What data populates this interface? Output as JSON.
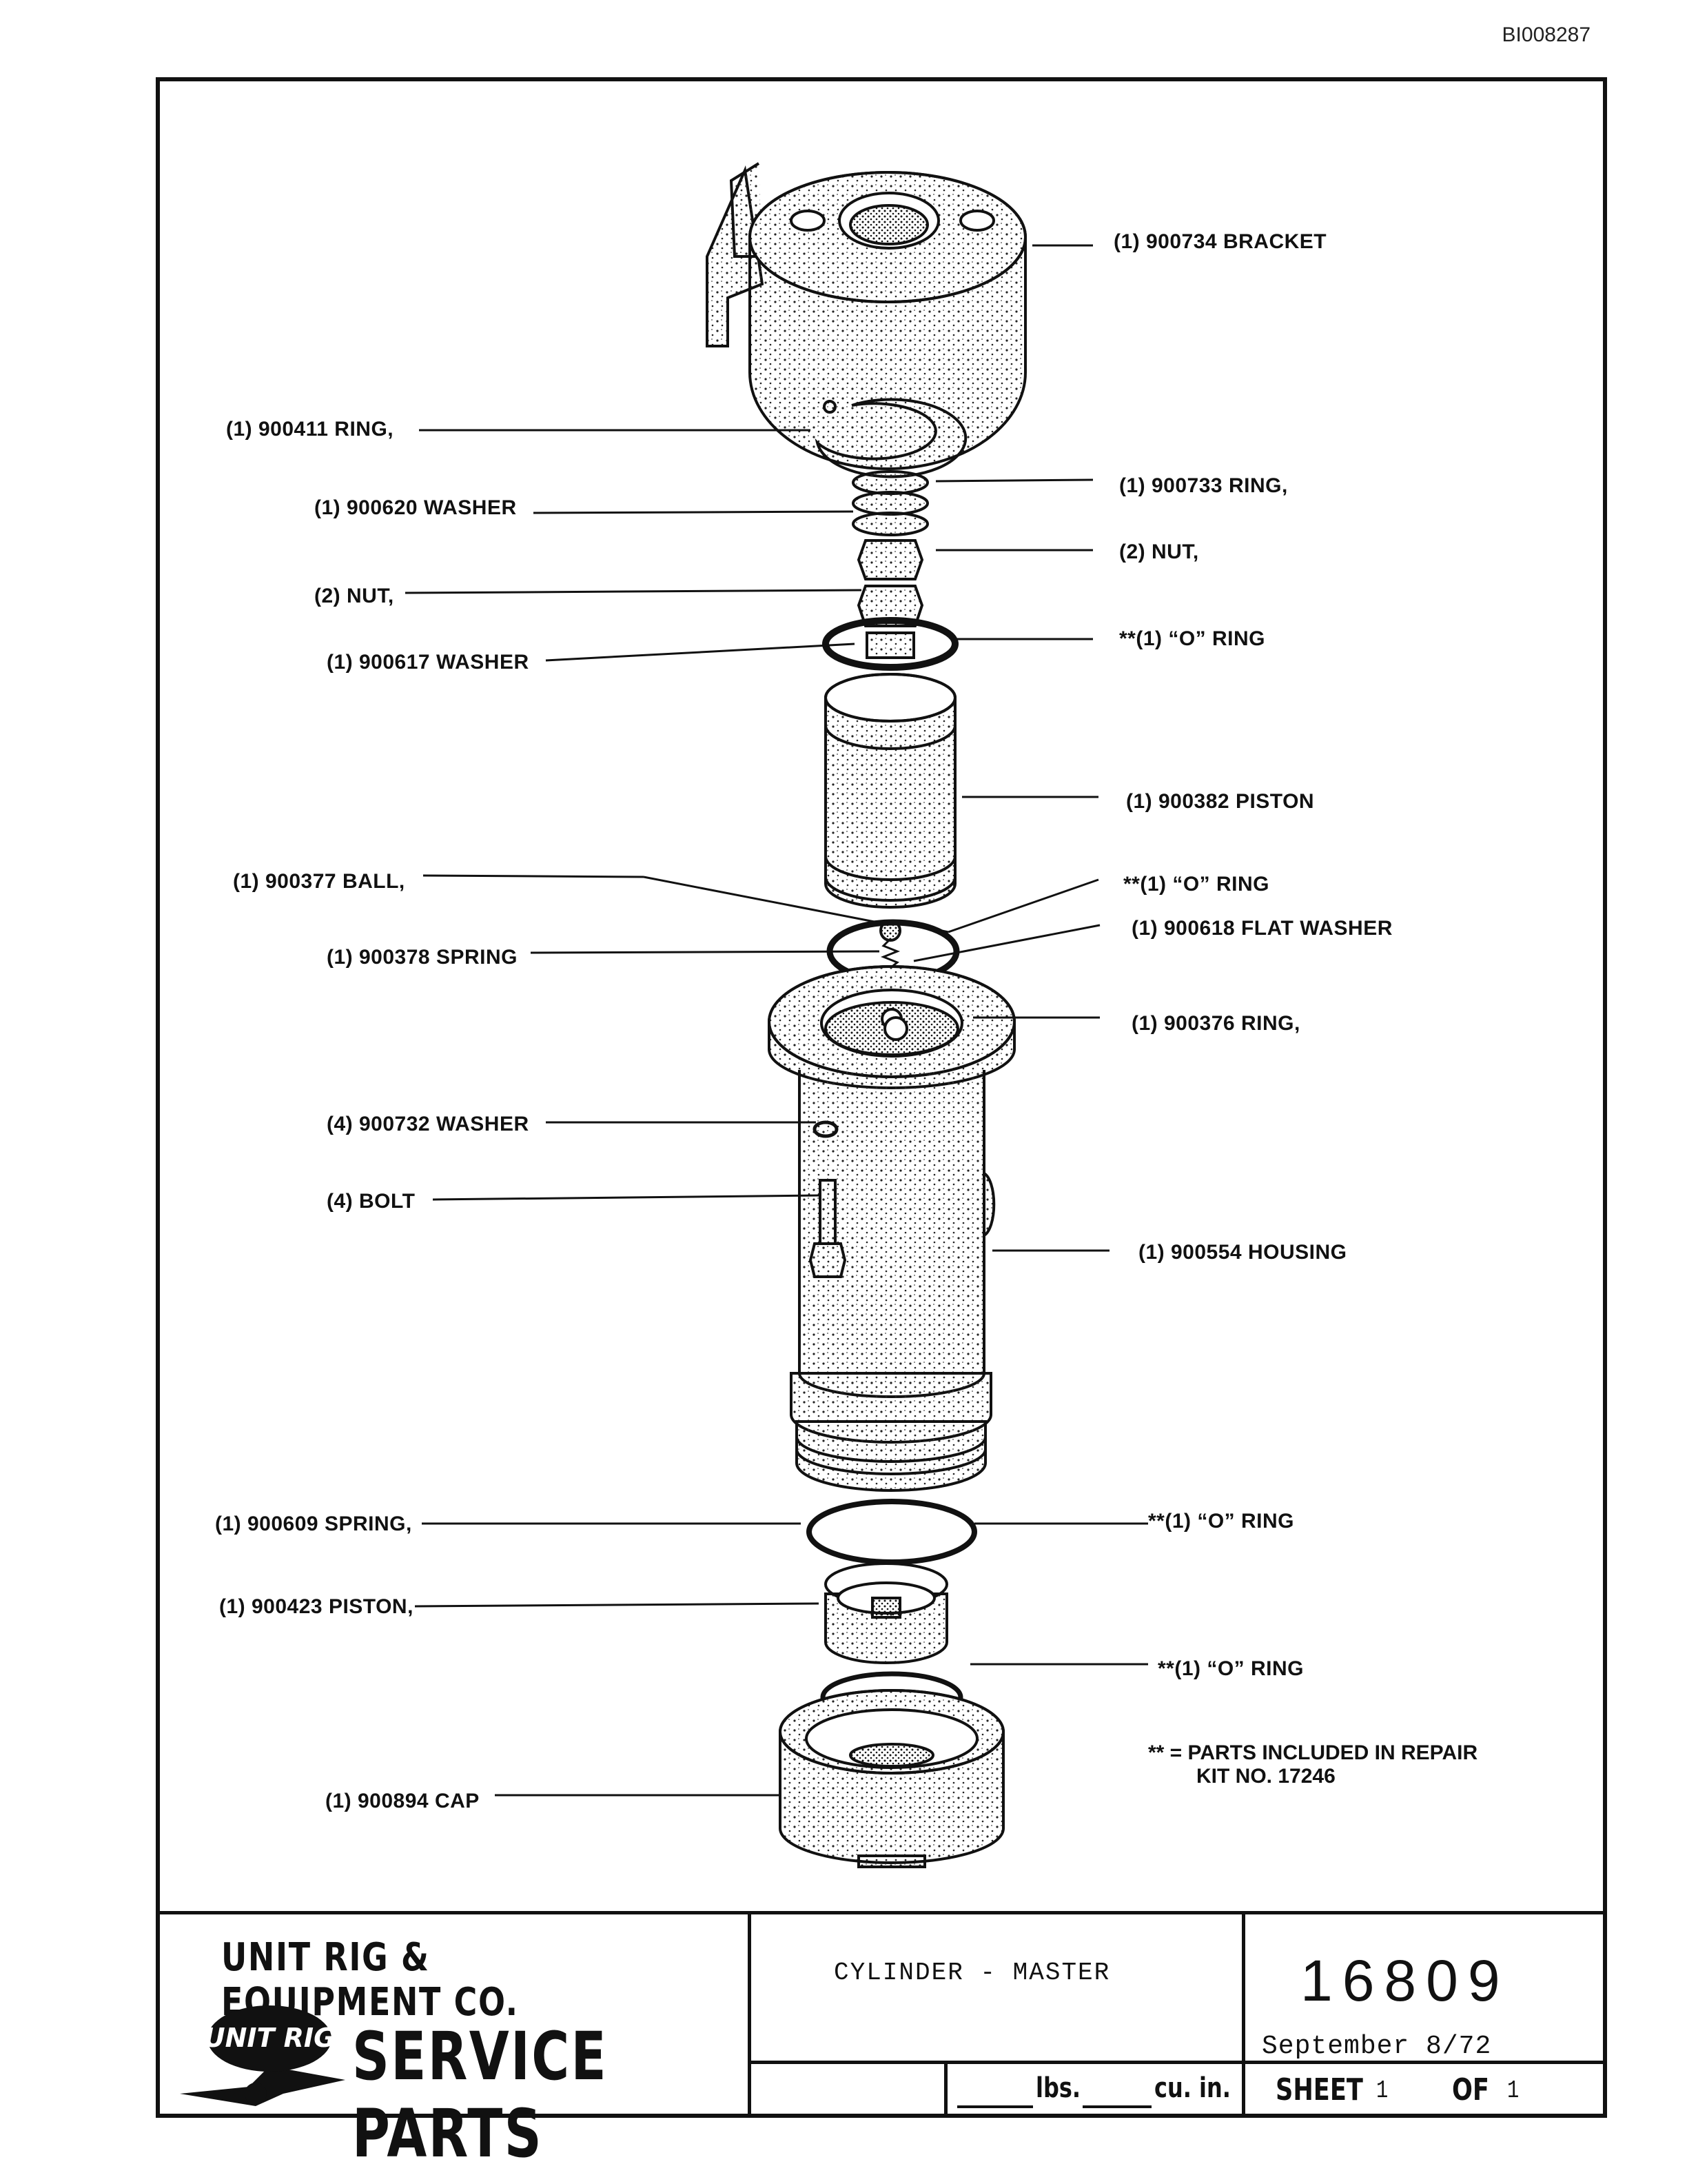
{
  "doc_id": "BI008287",
  "parts": [
    {
      "key": "bracket",
      "label": "(1) 900734 BRACKET"
    },
    {
      "key": "ring411",
      "label": "(1) 900411 RING,"
    },
    {
      "key": "ring733",
      "label": "(1) 900733 RING,"
    },
    {
      "key": "washer620",
      "label": "(1) 900620 WASHER"
    },
    {
      "key": "nutR",
      "label": "(2) NUT,"
    },
    {
      "key": "nutL",
      "label": "(2) NUT,"
    },
    {
      "key": "oring1",
      "label": "**(1) “O” RING"
    },
    {
      "key": "washer617",
      "label": "(1) 900617 WASHER"
    },
    {
      "key": "piston382",
      "label": "(1) 900382 PISTON"
    },
    {
      "key": "ball377",
      "label": "(1) 900377 BALL,"
    },
    {
      "key": "oring2",
      "label": "**(1) “O” RING"
    },
    {
      "key": "flat618",
      "label": "(1) 900618 FLAT WASHER"
    },
    {
      "key": "spring378",
      "label": "(1) 900378 SPRING"
    },
    {
      "key": "ring376",
      "label": "(1) 900376 RING,"
    },
    {
      "key": "washer732",
      "label": "(4) 900732 WASHER"
    },
    {
      "key": "bolt",
      "label": "(4) BOLT"
    },
    {
      "key": "housing",
      "label": "(1) 900554 HOUSING"
    },
    {
      "key": "spring609",
      "label": "(1) 900609 SPRING,"
    },
    {
      "key": "oring3",
      "label": "**(1) “O” RING"
    },
    {
      "key": "piston423",
      "label": "(1) 900423 PISTON,"
    },
    {
      "key": "oring4",
      "label": "**(1) “O” RING"
    },
    {
      "key": "cap",
      "label": "(1) 900894 CAP"
    }
  ],
  "note": {
    "line1": "** = PARTS INCLUDED IN REPAIR",
    "line2": "KIT NO. 17246"
  },
  "title_block": {
    "company": "UNIT RIG & EQUIPMENT CO.",
    "logo_text": "UNIT RIG",
    "service": "SERVICE PARTS",
    "title": "CYLINDER - MASTER",
    "number": "16809",
    "date": "September 8/72",
    "lbs": "lbs.",
    "cuin": "cu. in.",
    "sheet_label": "SHEET",
    "sheet_no": "1",
    "of_label": "OF",
    "of_no": "1"
  }
}
